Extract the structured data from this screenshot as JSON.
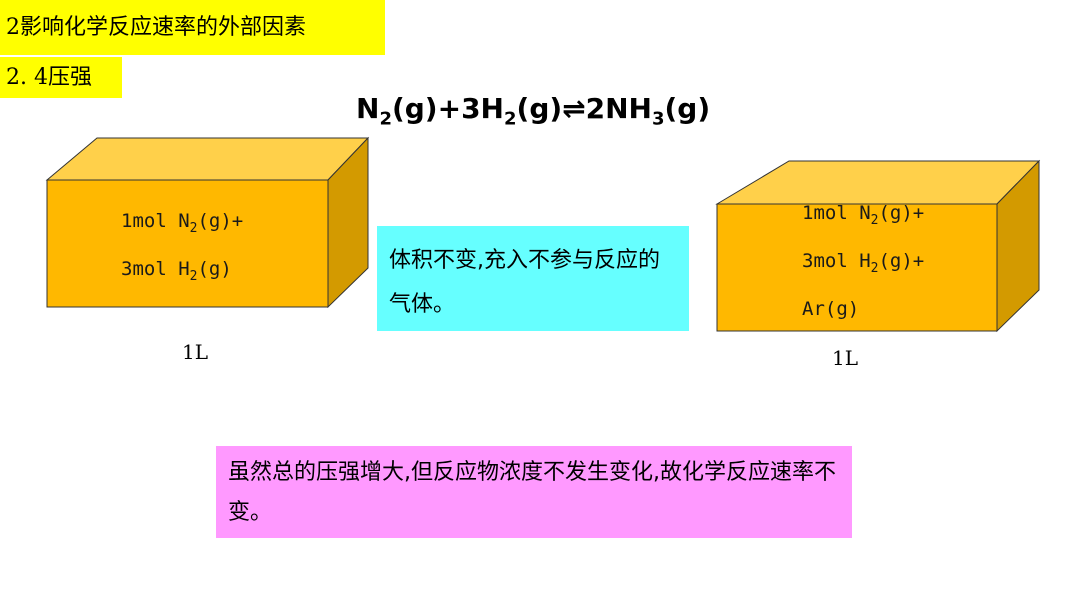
{
  "header": {
    "title": "2影响化学反应速率的外部因素",
    "subtitle": "2. 4压强"
  },
  "equation": {
    "n_part": "N",
    "n_sub": "2",
    "mid1": "(g)+3H",
    "h_sub": "2",
    "mid2": "(g)⇌2NH",
    "nh3_sub": "3",
    "end": "(g)"
  },
  "left_box": {
    "line1_prefix": "1mol N",
    "line1_sub": "2",
    "line1_suffix": "(g)+",
    "line2_prefix": "3mol H",
    "line2_sub": "2",
    "line2_suffix": "(g)",
    "volume": "1L"
  },
  "right_box": {
    "line1_prefix": "1mol N",
    "line1_sub": "2",
    "line1_suffix": "(g)+",
    "line2_prefix": "3mol H",
    "line2_sub": "2",
    "line2_suffix": "(g)+",
    "line3": "Ar(g)",
    "volume": "1L"
  },
  "notes": {
    "condition": "体积不变,充入不参与反应的气体。",
    "conclusion": "虽然总的压强增大,但反应物浓度不发生变化,故化学反应速率不变。"
  },
  "colors": {
    "tag_yellow": "#ffff00",
    "box_face": "#ffb800",
    "box_top": "#ffd04a",
    "box_side": "#d39a00",
    "note_cyan": "#66ffff",
    "note_pink": "#ff99ff"
  }
}
